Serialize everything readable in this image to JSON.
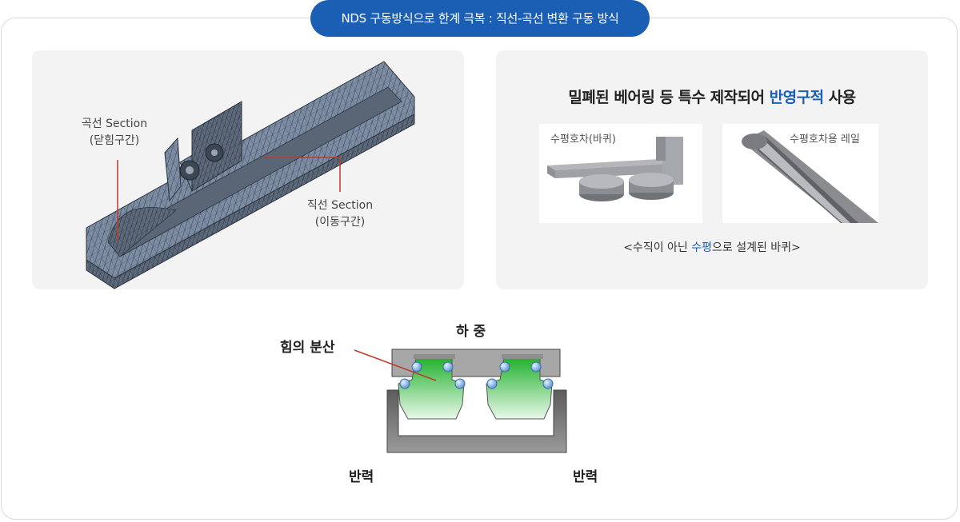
{
  "header": {
    "title": "NDS 구동방식으로 한계 극복 : 직선-곡선 변환 구동 방식"
  },
  "left_panel": {
    "curve_label_line1": "곡선 Section",
    "curve_label_line2": "(닫힘구간)",
    "straight_label_line1": "직선 Section",
    "straight_label_line2": "(이동구간)"
  },
  "right_panel": {
    "headline_pre": "밀폐된 베어링 등 특수 제작되어 ",
    "headline_highlight": "반영구적",
    "headline_post": " 사용",
    "photo1_label": "수평호차(바퀴)",
    "photo2_label": "수평호차용 레일",
    "caption_pre": "<수직이 아닌 ",
    "caption_highlight": "수평",
    "caption_post": "으로 설계된 바퀴>"
  },
  "bottom_diagram": {
    "load_label": "하 중",
    "force_label": "힘의 분산",
    "reaction_left": "반력",
    "reaction_right": "반력"
  },
  "colors": {
    "accent": "#1a5fb4",
    "leader_line": "#c0392b",
    "carriage_green": "#2bb53a"
  }
}
